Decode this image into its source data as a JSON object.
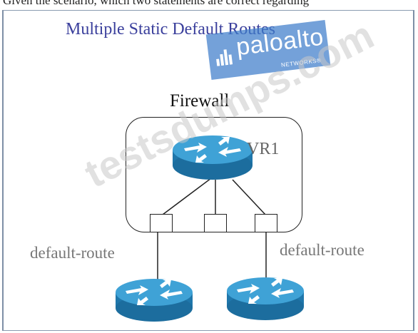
{
  "page": {
    "cut_off_text": "Given the scenario, which two statements are correct regarding"
  },
  "diagram": {
    "title": "Multiple Static Default Routes",
    "firewall_label": "Firewall",
    "virtual_router_label": "VR1",
    "left_route_label": "default-route",
    "right_route_label": "default-route"
  },
  "watermarks": {
    "logo_text": "paloalto",
    "logo_subtext": "NETWORKS®",
    "site_text": "testsdumps.com"
  },
  "colors": {
    "title": "#3a3f9c",
    "router_blue": "#2b8fc6",
    "logo_blue": "#3f7ecb"
  },
  "icons": [
    "router-icon"
  ]
}
